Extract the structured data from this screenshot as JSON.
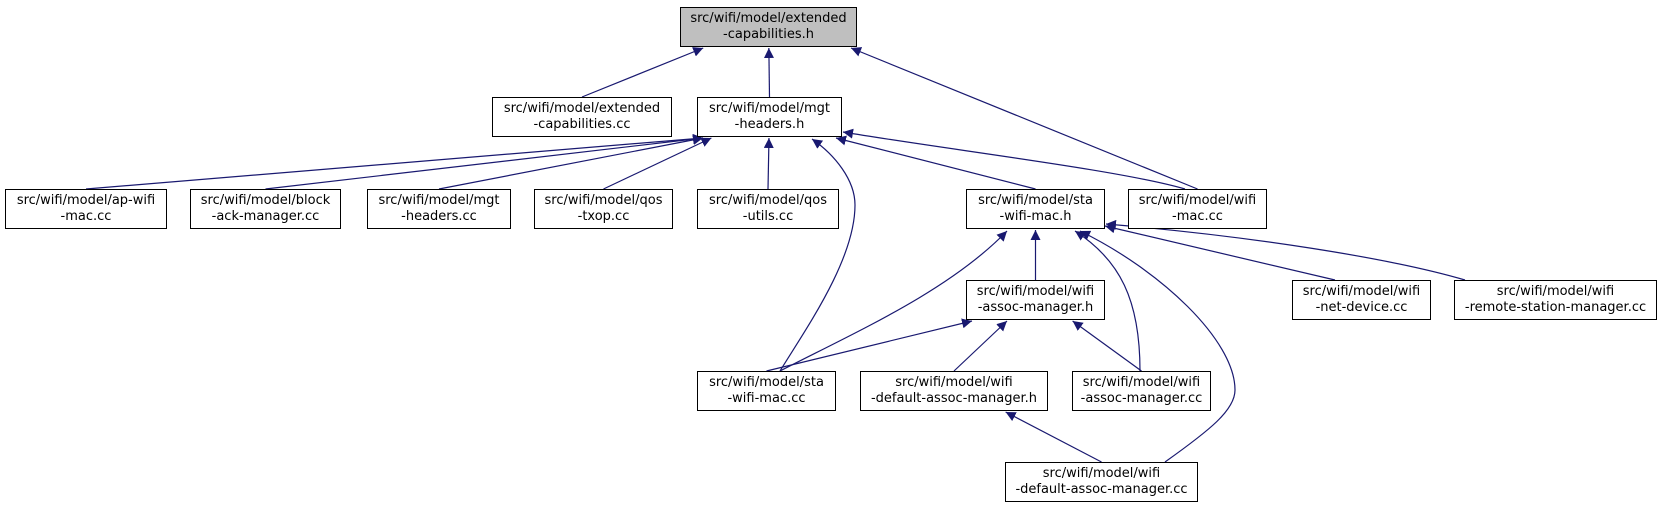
{
  "colors": {
    "edge": "#191970",
    "root_fill": "#bfbfbf",
    "node_fill": "#ffffff",
    "border": "#000000"
  },
  "nodes": {
    "ext_h": [
      "src/wifi/model/extended",
      "-capabilities.h"
    ],
    "ext_cc": [
      "src/wifi/model/extended",
      "-capabilities.cc"
    ],
    "mgt_h": [
      "src/wifi/model/mgt",
      "-headers.h"
    ],
    "ap_wifi_mac_cc": [
      "src/wifi/model/ap-wifi",
      "-mac.cc"
    ],
    "block_ack_cc": [
      "src/wifi/model/block",
      "-ack-manager.cc"
    ],
    "mgt_headers_cc": [
      "src/wifi/model/mgt",
      "-headers.cc"
    ],
    "qos_txop_cc": [
      "src/wifi/model/qos",
      "-txop.cc"
    ],
    "qos_utils_cc": [
      "src/wifi/model/qos",
      "-utils.cc"
    ],
    "sta_wifi_mac_h": [
      "src/wifi/model/sta",
      "-wifi-mac.h"
    ],
    "wifi_mac_cc": [
      "src/wifi/model/wifi",
      "-mac.cc"
    ],
    "assoc_manager_h": [
      "src/wifi/model/wifi",
      "-assoc-manager.h"
    ],
    "net_device_cc": [
      "src/wifi/model/wifi",
      "-net-device.cc"
    ],
    "remote_station_cc": [
      "src/wifi/model/wifi",
      "-remote-station-manager.cc"
    ],
    "sta_wifi_mac_cc": [
      "src/wifi/model/sta",
      "-wifi-mac.cc"
    ],
    "default_assoc_h": [
      "src/wifi/model/wifi",
      "-default-assoc-manager.h"
    ],
    "assoc_manager_cc": [
      "src/wifi/model/wifi",
      "-assoc-manager.cc"
    ],
    "default_assoc_cc": [
      "src/wifi/model/wifi",
      "-default-assoc-manager.cc"
    ]
  },
  "edges": [
    [
      "ext_cc",
      "ext_h"
    ],
    [
      "mgt_h",
      "ext_h"
    ],
    [
      "wifi_mac_cc",
      "ext_h"
    ],
    [
      "ap_wifi_mac_cc",
      "mgt_h"
    ],
    [
      "block_ack_cc",
      "mgt_h"
    ],
    [
      "mgt_headers_cc",
      "mgt_h"
    ],
    [
      "qos_txop_cc",
      "mgt_h"
    ],
    [
      "qos_utils_cc",
      "mgt_h"
    ],
    [
      "sta_wifi_mac_h",
      "mgt_h"
    ],
    [
      "wifi_mac_cc",
      "mgt_h"
    ],
    [
      "sta_wifi_mac_cc",
      "mgt_h"
    ],
    [
      "assoc_manager_h",
      "sta_wifi_mac_h"
    ],
    [
      "sta_wifi_mac_cc",
      "sta_wifi_mac_h"
    ],
    [
      "assoc_manager_cc",
      "sta_wifi_mac_h"
    ],
    [
      "default_assoc_cc",
      "sta_wifi_mac_h"
    ],
    [
      "net_device_cc",
      "sta_wifi_mac_h"
    ],
    [
      "remote_station_cc",
      "sta_wifi_mac_h"
    ],
    [
      "sta_wifi_mac_cc",
      "assoc_manager_h"
    ],
    [
      "default_assoc_h",
      "assoc_manager_h"
    ],
    [
      "assoc_manager_cc",
      "assoc_manager_h"
    ],
    [
      "default_assoc_cc",
      "default_assoc_h"
    ]
  ]
}
